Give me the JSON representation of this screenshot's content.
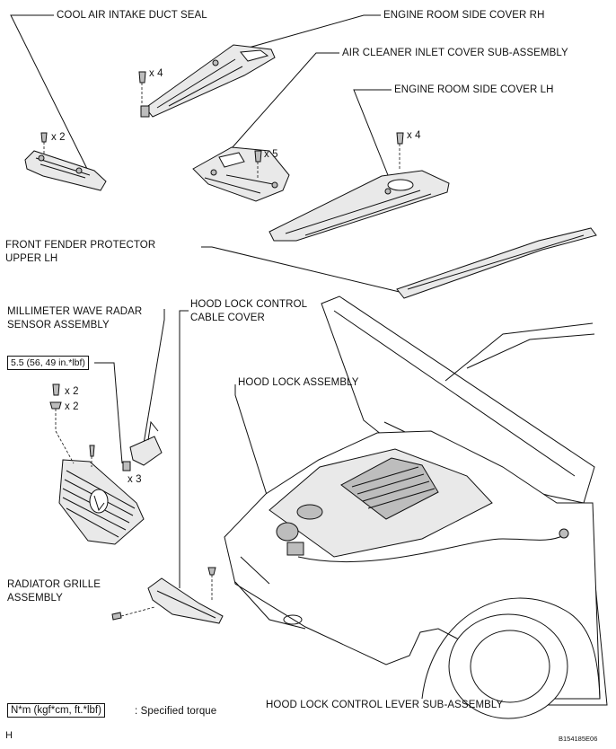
{
  "labels": {
    "cool_air_intake_duct_seal": "COOL AIR INTAKE DUCT SEAL",
    "engine_room_side_cover_rh": "ENGINE ROOM SIDE COVER RH",
    "air_cleaner_inlet_cover": "AIR CLEANER INLET COVER SUB-ASSEMBLY",
    "engine_room_side_cover_lh": "ENGINE ROOM SIDE COVER LH",
    "front_fender_protector_line1": "FRONT FENDER PROTECTOR",
    "front_fender_protector_line2": "UPPER LH",
    "millimeter_wave_line1": "MILLIMETER WAVE RADAR",
    "millimeter_wave_line2": "SENSOR ASSEMBLY",
    "hood_lock_cable_cover_line1": "HOOD LOCK CONTROL",
    "hood_lock_cable_cover_line2": "CABLE COVER",
    "hood_lock_assembly": "HOOD LOCK ASSEMBLY",
    "radiator_grille_line1": "RADIATOR GRILLE",
    "radiator_grille_line2": "ASSEMBLY",
    "hood_lock_control_lever": "HOOD LOCK CONTROL LEVER SUB-ASSEMBLY"
  },
  "quantities": {
    "seal_bolts": "x 2",
    "rh_cover_bolts": "x 4",
    "inlet_cover_bolts": "x 5",
    "lh_cover_bolts": "x 4",
    "grille_clips_a": "x 2",
    "grille_clips_b": "x 2",
    "sensor_nuts": "x 3"
  },
  "torque_value": "5.5 (56, 49 in.*lbf)",
  "legend": {
    "unit_box": "N*m (kgf*cm, ft.*lbf)",
    "description": ": Specified torque"
  },
  "corner_mark": "H",
  "figure_code": "B154185E06"
}
